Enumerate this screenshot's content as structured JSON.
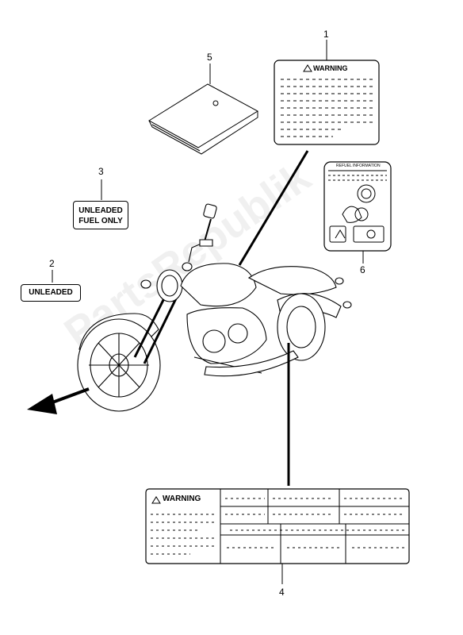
{
  "callouts": {
    "c1": "1",
    "c2": "2",
    "c3": "3",
    "c4": "4",
    "c5": "5",
    "c6": "6"
  },
  "labels": {
    "warning_1": "WARNING",
    "unleaded_fuel_only_1": "UNLEADED",
    "unleaded_fuel_only_2": "FUEL ONLY",
    "unleaded": "UNLEADED",
    "refuel_information": "REFUEL INFORMATION",
    "warning_4": "WARNING"
  },
  "watermark": "PartsRepublik"
}
